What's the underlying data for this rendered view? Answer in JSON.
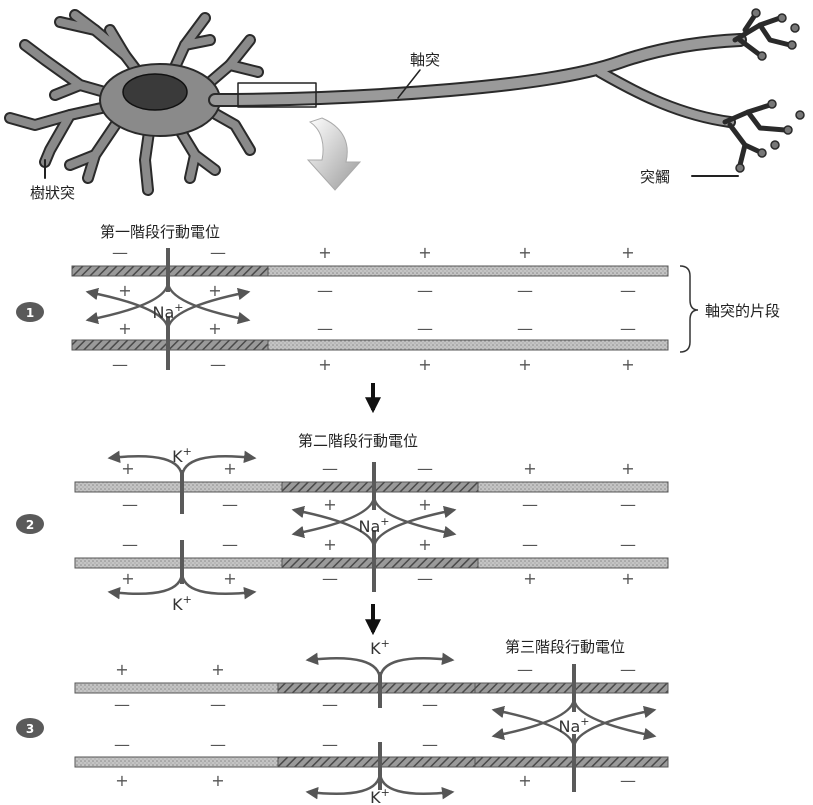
{
  "labels": {
    "dendrite": "樹狀突",
    "axon": "軸突",
    "terminal": "突觸",
    "segment": "軸突的片段",
    "stage1": "第一階段行動電位",
    "stage2": "第二階段行動電位",
    "stage3": "第三階段行動電位"
  },
  "steps": [
    "1",
    "2",
    "3"
  ],
  "ions": {
    "na": "Na",
    "k": "K",
    "sup": "+"
  },
  "signs": {
    "plus": "+",
    "minus": "—"
  },
  "colors": {
    "membrane": "#8c8c8c",
    "active": "#6e6e6e",
    "neuron": "#8a8a8a",
    "nucleus": "#3a3a3a",
    "badge": "#5a5a5a",
    "bg": "#ffffff"
  }
}
